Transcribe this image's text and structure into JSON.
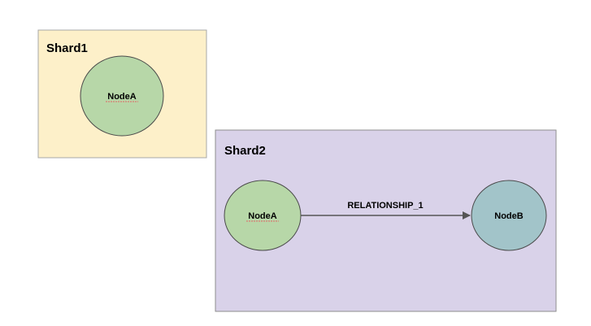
{
  "diagram": {
    "shards": [
      {
        "label": "Shard1",
        "fill": "#fdf0c9",
        "stroke": "#a8a8a8",
        "nodes": [
          {
            "label": "NodeA",
            "fill": "#b7d7a8",
            "stroke": "#4a4a4a"
          }
        ]
      },
      {
        "label": "Shard2",
        "fill": "#d9d2e9",
        "stroke": "#8e8e8e",
        "nodes": [
          {
            "label": "NodeA",
            "fill": "#b7d7a8",
            "stroke": "#4a4a4a"
          },
          {
            "label": "NodeB",
            "fill": "#a2c4c9",
            "stroke": "#4a4a4a"
          }
        ]
      }
    ],
    "edges": [
      {
        "label": "RELATIONSHIP_1",
        "from": "NodeA",
        "to": "NodeB",
        "color": "#555555"
      }
    ],
    "spellcheck_underline_color": "#e06666"
  }
}
